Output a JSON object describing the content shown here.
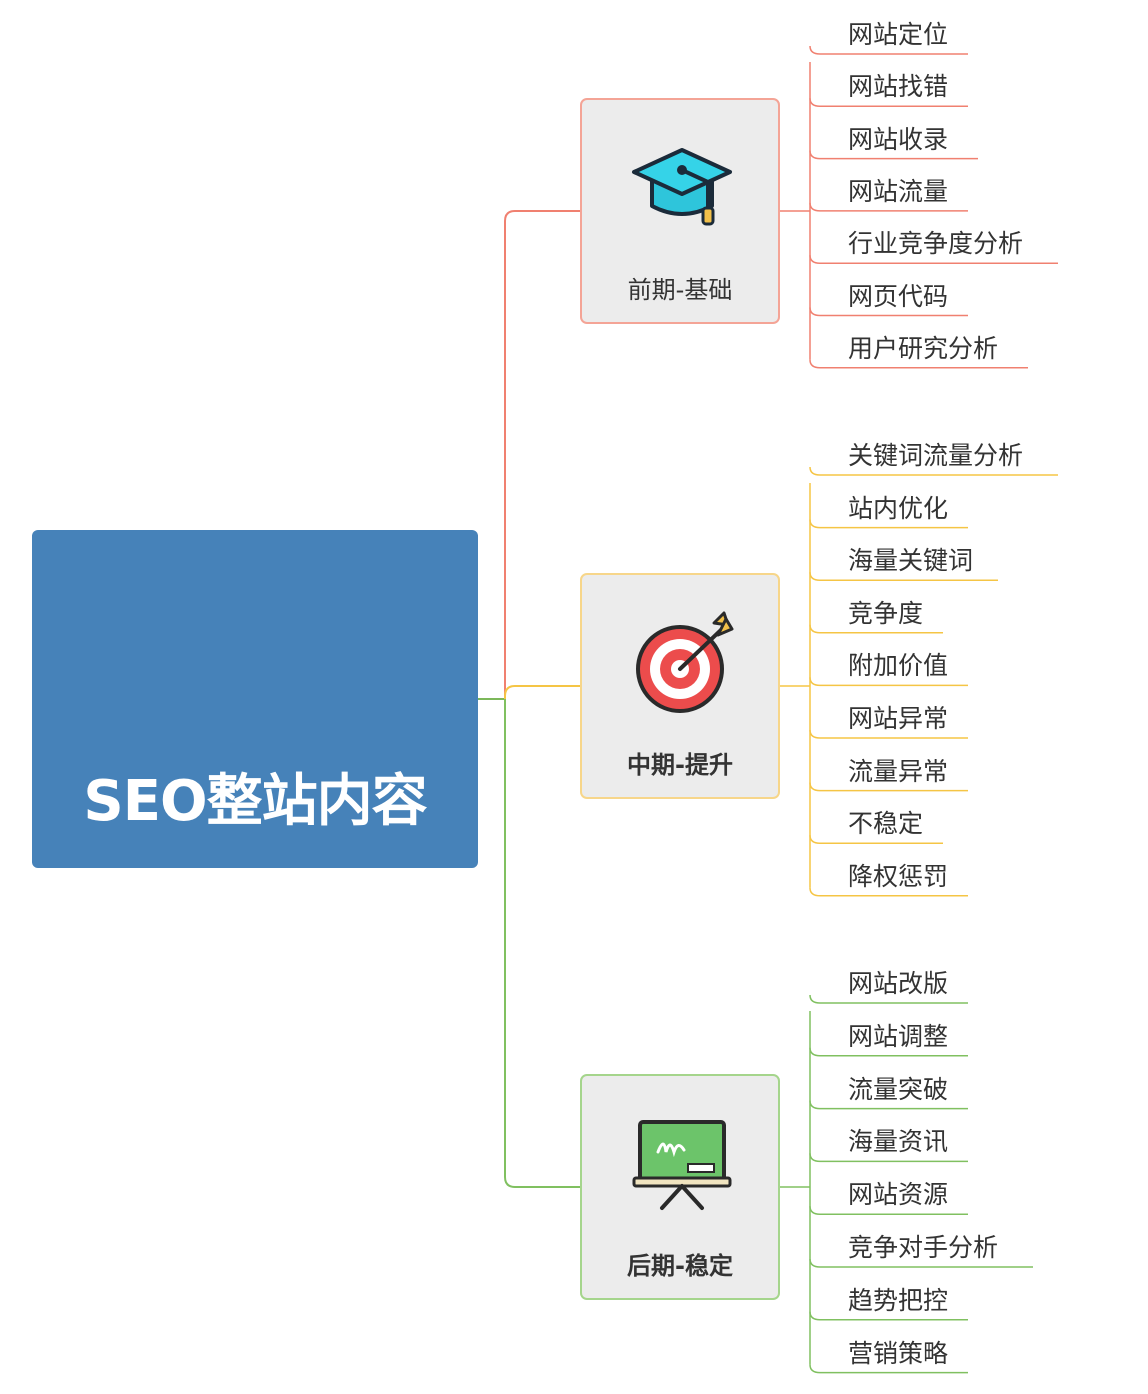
{
  "root": {
    "title": "SEO整站内容",
    "color": "#4682b9"
  },
  "stages": [
    {
      "label": "前期-基础",
      "icon": "graduation-cap-icon",
      "color": "#f08070",
      "items": [
        "网站定位",
        "网站找错",
        "网站收录",
        "网站流量",
        "行业竞争度分析",
        "网页代码",
        "用户研究分析"
      ]
    },
    {
      "label": "中期-提升",
      "icon": "target-icon",
      "color": "#f5c545",
      "items": [
        "关键词流量分析",
        "站内优化",
        "海量关键词",
        "竞争度",
        "附加价值",
        "网站异常",
        "流量异常",
        "不稳定",
        "降权惩罚"
      ]
    },
    {
      "label": "后期-稳定",
      "icon": "blackboard-icon",
      "color": "#80c060",
      "items": [
        "网站改版",
        "网站调整",
        "流量突破",
        "海量资讯",
        "网站资源",
        "竞争对手分析",
        "趋势把控",
        "营销策略"
      ]
    }
  ]
}
